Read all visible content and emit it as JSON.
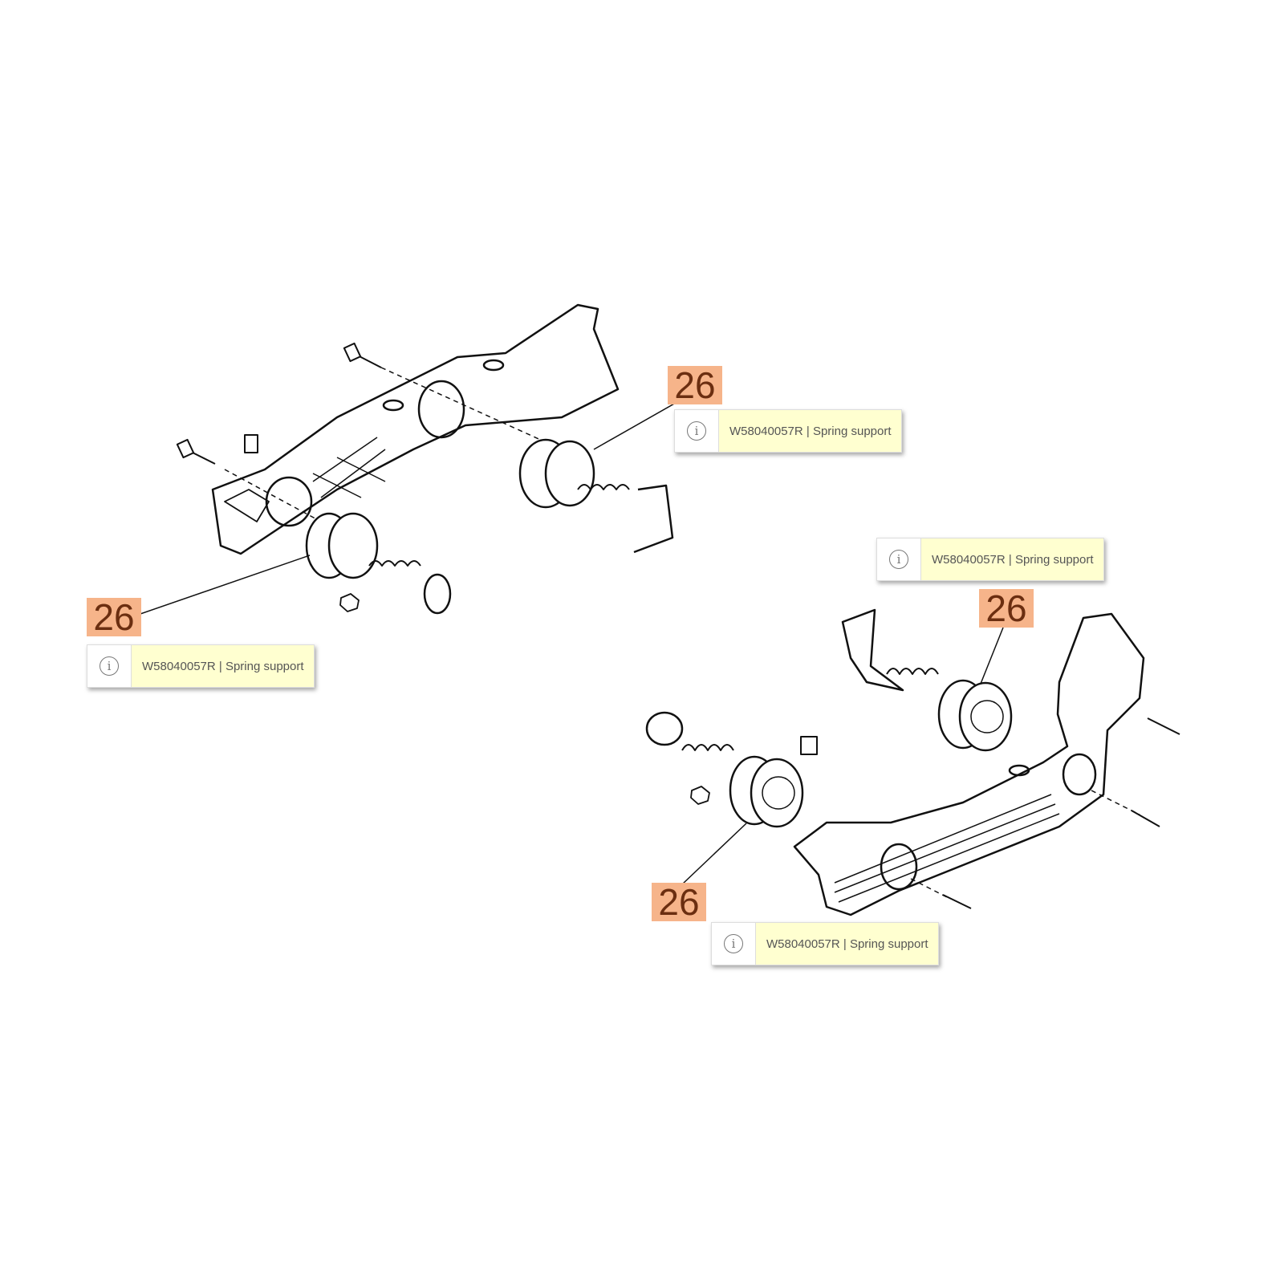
{
  "callouts": [
    {
      "number": "26",
      "part_no": "W58040057R",
      "description": "Spring support",
      "text": "W58040057R | Spring support",
      "info_icon": "i"
    },
    {
      "number": "26",
      "part_no": "W58040057R",
      "description": "Spring support",
      "text": "W58040057R | Spring support",
      "info_icon": "i"
    },
    {
      "number": "26",
      "part_no": "W58040057R",
      "description": "Spring support",
      "text": "W58040057R | Spring support",
      "info_icon": "i"
    },
    {
      "number": "26",
      "part_no": "W58040057R",
      "description": "Spring support",
      "text": "W58040057R | Spring support",
      "info_icon": "i"
    }
  ],
  "colors": {
    "callout_bg": "#f6b48a",
    "callout_text": "#6b2e10",
    "tooltip_bg": "#ffffd0"
  }
}
